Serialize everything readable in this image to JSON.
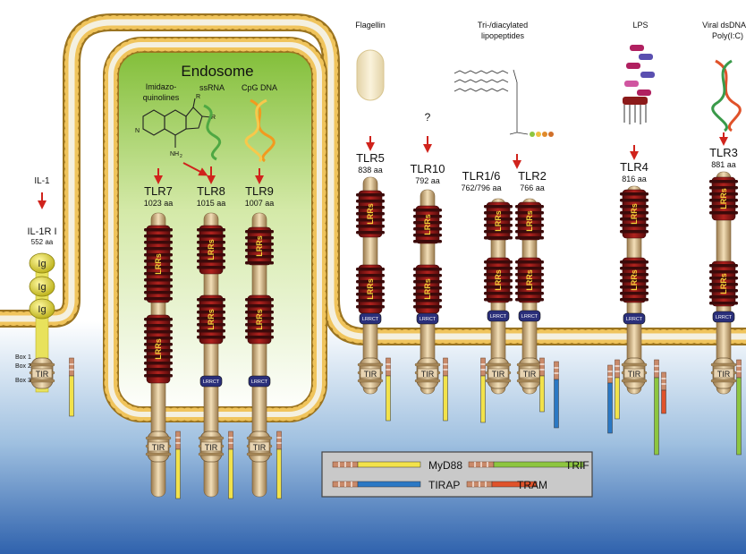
{
  "endosome_label": "Endosome",
  "ligands": {
    "imidazo_1": "Imidazo-",
    "imidazo_2": "quinolines",
    "ssrna": "ssRNA",
    "cpg": "CpG DNA",
    "flagellin": "Flagellin",
    "lipo_1": "Tri-/diacylated",
    "lipo_2": "lipopeptides",
    "lps": "LPS",
    "viral_1": "Viral dsDNA",
    "viral_2": "Poly(I:C)",
    "il1": "IL-1",
    "unknown": "?",
    "r1": "R",
    "r2": "R",
    "nh2": "NH",
    "nh2_sub": "2",
    "n": "N"
  },
  "receptors": {
    "tlr7": {
      "name": "TLR7",
      "size": "1023 aa"
    },
    "tlr8": {
      "name": "TLR8",
      "size": "1015 aa"
    },
    "tlr9": {
      "name": "TLR9",
      "size": "1007 aa"
    },
    "tlr5": {
      "name": "TLR5",
      "size": "838 aa"
    },
    "tlr10": {
      "name": "TLR10",
      "size": "792 aa"
    },
    "tlr16": {
      "name": "TLR1/6",
      "size": "762/796 aa"
    },
    "tlr2": {
      "name": "TLR2",
      "size": "766 aa"
    },
    "tlr4": {
      "name": "TLR4",
      "size": "816 aa"
    },
    "tlr3": {
      "name": "TLR3",
      "size": "881 aa"
    },
    "il1r": {
      "name": "IL-1R I",
      "size": "552 aa"
    }
  },
  "domains": {
    "lrr": "LRRs",
    "tir": "TIR",
    "lrrct": "LRRCT",
    "ig": "Ig"
  },
  "boxes": [
    "Box 1",
    "Box 2",
    "Box 3"
  ],
  "legend": {
    "myd88": "MyD88",
    "trif": "TRIF",
    "tirap": "TIRAP",
    "tram": "TRAM"
  },
  "colors": {
    "myd88": "#f2e24a",
    "tirap": "#2a78c4",
    "trif": "#8dc63f",
    "tram": "#e0522a",
    "lrr": "#8b1a1a",
    "arrow": "#d0231c",
    "endosome": "#8fc63d"
  }
}
